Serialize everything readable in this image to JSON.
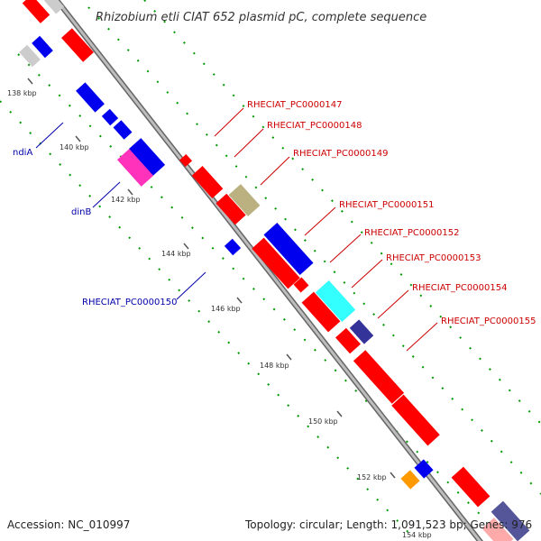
{
  "header": {
    "title": "Rhizobium etli CIAT 652 plasmid pC, complete sequence"
  },
  "footer": {
    "accession": "Accession: NC_010997",
    "summary": "Topology: circular; Length: 1,091,523 bp; Genes: 976"
  },
  "axis": {
    "ticks": [
      "138 kbp",
      "140 kbp",
      "142 kbp",
      "144 kbp",
      "146 kbp",
      "148 kbp",
      "150 kbp",
      "152 kbp",
      "154 kbp"
    ]
  },
  "labels": {
    "forward": [
      "RHECIAT_PC0000147",
      "RHECIAT_PC0000148",
      "RHECIAT_PC0000149",
      "RHECIAT_PC0000151",
      "RHECIAT_PC0000152",
      "RHECIAT_PC0000153",
      "RHECIAT_PC0000154",
      "RHECIAT_PC0000155"
    ],
    "reverse": [
      "ndiA",
      "dinB",
      "RHECIAT_PC0000150"
    ]
  },
  "colors": {
    "backbone": "#888888",
    "forward_label": "#cc0000",
    "reverse_label": "#0000aa",
    "red": "#ff0000",
    "blue": "#0000ee",
    "gray": "#cccccc",
    "magenta": "#ff33bb",
    "olive": "#bbb180",
    "cyan": "#33ffff",
    "navy": "#333399",
    "orange": "#ff9900",
    "pink": "#ffaaaa",
    "gc_dash": "#009900"
  }
}
